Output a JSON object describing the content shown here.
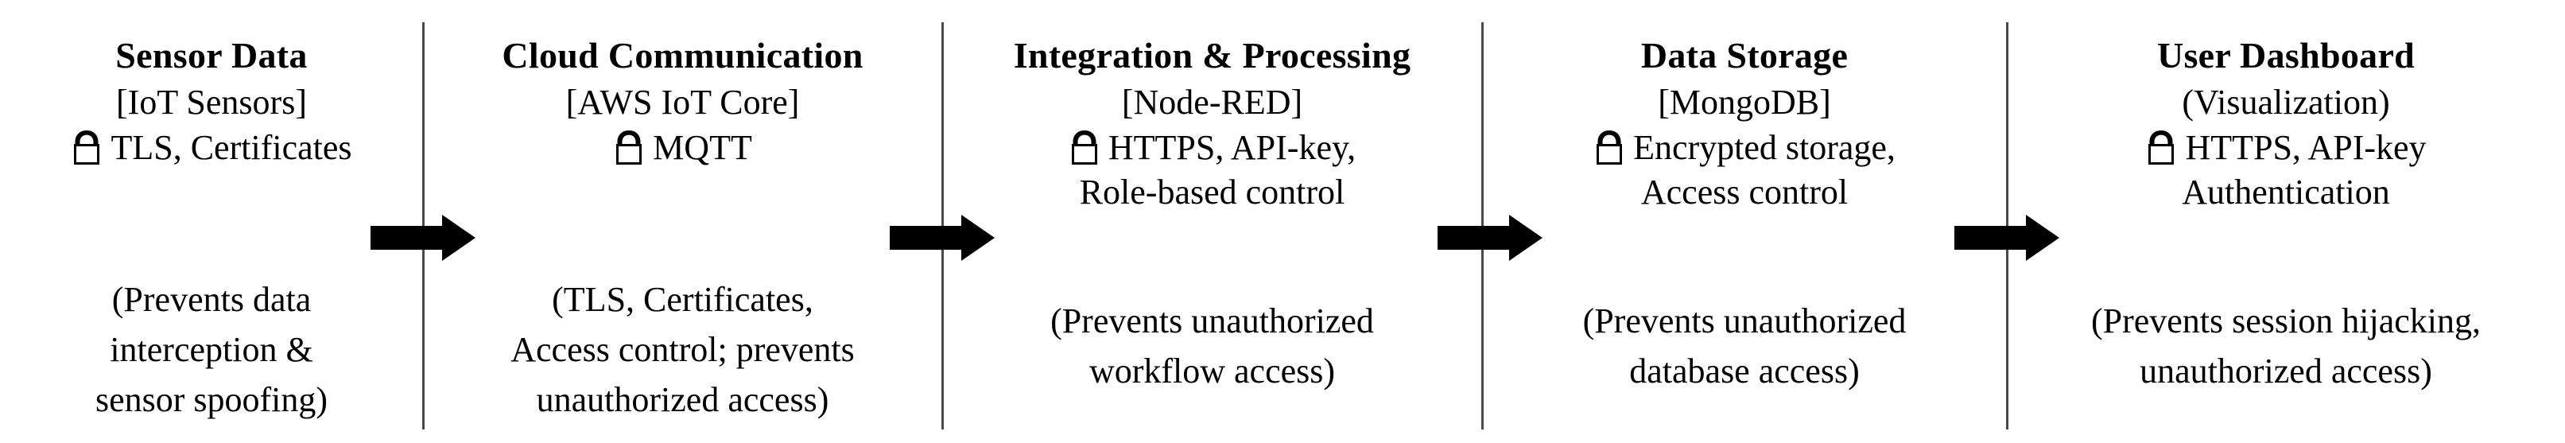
{
  "diagram": {
    "title_role": "iot-security-pipeline",
    "lock_icon_name": "lock-icon",
    "arrow_icon_name": "right-arrow-icon",
    "divider_color": "#4a4a4a",
    "text_color": "#000000",
    "background_color": "#ffffff",
    "stages": [
      {
        "title": "Sensor Data",
        "tech": "[IoT Sensors]",
        "security": "TLS, Certificates",
        "security_extra": "",
        "prevents": [
          "(Prevents data",
          "interception &",
          "sensor spoofing)"
        ]
      },
      {
        "title": "Cloud Communication",
        "tech": "[AWS IoT Core]",
        "security": "MQTT",
        "security_extra": "",
        "prevents": [
          "(TLS, Certificates,",
          "Access control; prevents",
          "unauthorized access)"
        ]
      },
      {
        "title": "Integration & Processing",
        "tech": "[Node-RED]",
        "security": "HTTPS, API-key,",
        "security_extra": "Role-based  control",
        "prevents": [
          "(Prevents unauthorized",
          "workflow access)"
        ]
      },
      {
        "title": "Data Storage",
        "tech": "[MongoDB]",
        "security": "Encrypted  storage,",
        "security_extra": "Access control",
        "prevents": [
          "(Prevents unauthorized",
          "database access)"
        ]
      },
      {
        "title": "User Dashboard",
        "tech": "(Visualization)",
        "security": "HTTPS, API-key",
        "security_extra": "Authentication",
        "prevents": [
          "(Prevents session hijacking,",
          "unauthorized access)"
        ]
      }
    ],
    "arrows": [
      {
        "from": "Sensor Data",
        "to": "Cloud Communication"
      },
      {
        "from": "Cloud Communication",
        "to": "Integration & Processing"
      },
      {
        "from": "Integration & Processing",
        "to": "Data Storage"
      },
      {
        "from": "Data Storage",
        "to": "User Dashboard"
      }
    ]
  }
}
